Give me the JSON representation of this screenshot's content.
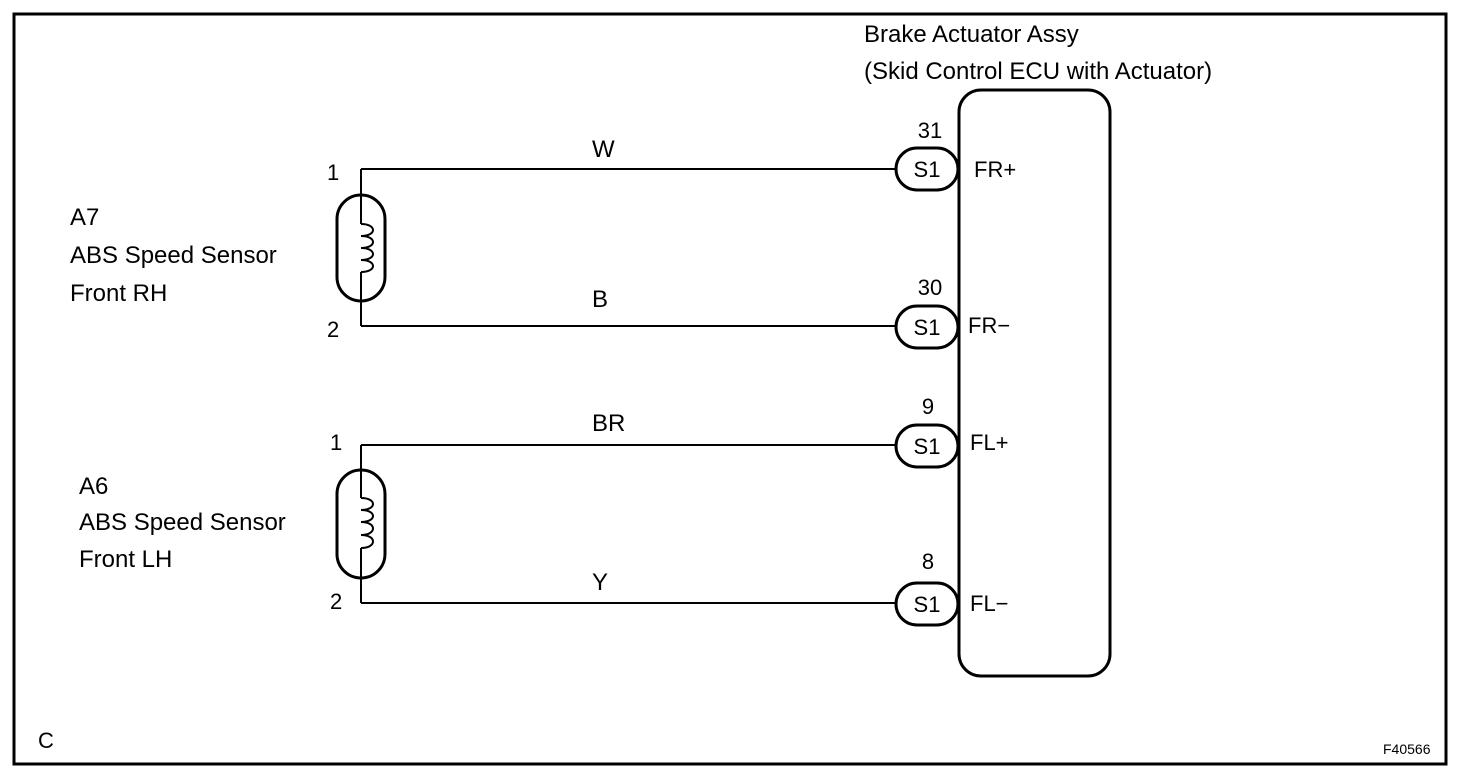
{
  "ecu": {
    "title_line1": "Brake Actuator Assy",
    "title_line2": "(Skid Control ECU with Actuator)"
  },
  "sensor_rh": {
    "code": "A7",
    "name": "ABS Speed Sensor",
    "side": "Front RH",
    "pin1": "1",
    "pin2": "2"
  },
  "sensor_lh": {
    "code": "A6",
    "name": "ABS Speed Sensor",
    "side": "Front LH",
    "pin1": "1",
    "pin2": "2"
  },
  "wires": [
    {
      "color": "W",
      "pin": "31",
      "connector": "S1",
      "terminal": "FR+"
    },
    {
      "color": "B",
      "pin": "30",
      "connector": "S1",
      "terminal": "FR−"
    },
    {
      "color": "BR",
      "pin": "9",
      "connector": "S1",
      "terminal": "FL+"
    },
    {
      "color": "Y",
      "pin": "8",
      "connector": "S1",
      "terminal": "FL−"
    }
  ],
  "corner_label": "C",
  "figure_id": "F40566"
}
